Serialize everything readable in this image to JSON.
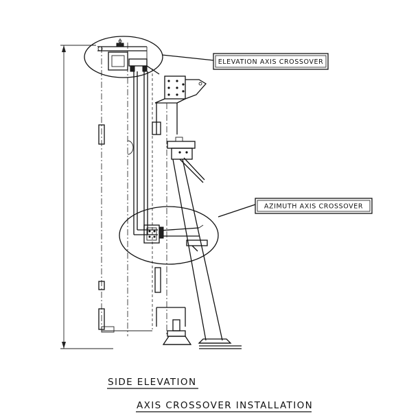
{
  "callouts": {
    "elevation": "ELEVATION AXIS CROSSOVER",
    "azimuth": "AZIMUTH AXIS CROSSOVER"
  },
  "titles": {
    "view": "SIDE ELEVATION",
    "drawing": "AXIS CROSSOVER INSTALLATION"
  }
}
